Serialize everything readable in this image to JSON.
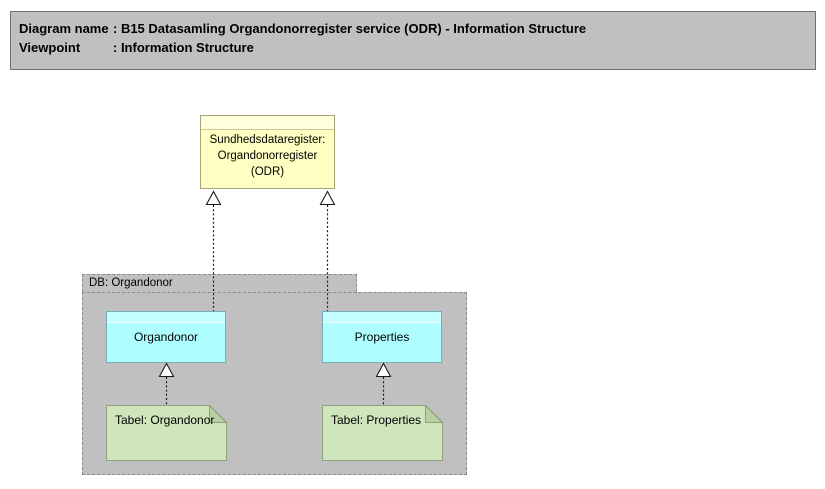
{
  "header": {
    "rows": [
      {
        "label": "Diagram name",
        "value": ": B15 Datasamling Organdonorregister service (ODR) - Information Structure"
      },
      {
        "label": "Viewpoint",
        "value": ": Information Structure"
      }
    ]
  },
  "diagram": {
    "service": {
      "label": "Sundhedsdataregister:\nOrgandonorregister\n(ODR)"
    },
    "database": {
      "label": "DB: Organdonor",
      "entities": [
        {
          "label": "Organdonor"
        },
        {
          "label": "Properties"
        }
      ],
      "tables": [
        {
          "label": "Tabel: Organdonor"
        },
        {
          "label": "Tabel: Properties"
        }
      ]
    },
    "relationships": [
      {
        "from": "Organdonor",
        "to": "Sundhedsdataregister: Organdonorregister (ODR)",
        "type": "realization",
        "style": "dashed-hollow-triangle"
      },
      {
        "from": "Properties",
        "to": "Sundhedsdataregister: Organdonorregister (ODR)",
        "type": "realization",
        "style": "dashed-hollow-triangle"
      },
      {
        "from": "Tabel: Organdonor",
        "to": "Organdonor",
        "type": "realization",
        "style": "dashed-hollow-triangle"
      },
      {
        "from": "Tabel: Properties",
        "to": "Properties",
        "type": "realization",
        "style": "dashed-hollow-triangle"
      }
    ],
    "colors": {
      "service_fill": "#FFFFC2",
      "service_band": "#FFFFDE",
      "service_border": "#A5A577",
      "entity_fill": "#AEFEFF",
      "entity_band": "#C4FEFF",
      "entity_border": "#76AEBC",
      "table_fill": "#CFE5BC",
      "table_fold": "#B8D0A3",
      "table_border": "#8FA080",
      "database_fill": "#C0C0C0",
      "database_border": "#8B8B8B",
      "header_fill": "#C0C0C0",
      "header_border": "#6F6F6F",
      "connector": "#1A1A1A"
    }
  }
}
